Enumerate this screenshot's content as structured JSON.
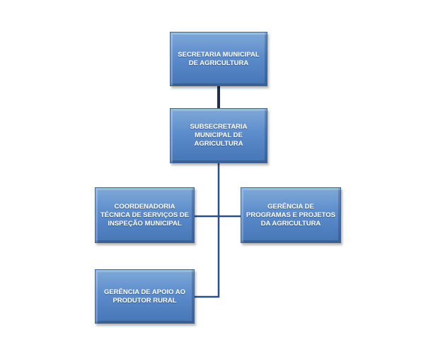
{
  "nodes": {
    "secretaria": "SECRETARIA MUNICIPAL DE AGRICULTURA",
    "subsecretaria": "SUBSECRETARIA MUNICIPAL DE AGRICULTURA",
    "coordenadoria": "COORDENADORIA TÉCNICA DE SERVIÇOS DE INSPEÇÃO MUNICIPAL",
    "programas": "GERÊNCIA DE PROGRAMAS E PROJETOS DA AGRICULTURA",
    "apoio": "GERÊNCIA DE APOIO AO PRODUTOR RURAL"
  },
  "colors": {
    "box_fill": "#5c8ccb",
    "box_border": "#3a66a3",
    "connector_primary": "#1f2f4f",
    "connector_secondary": "#2c4f86"
  }
}
